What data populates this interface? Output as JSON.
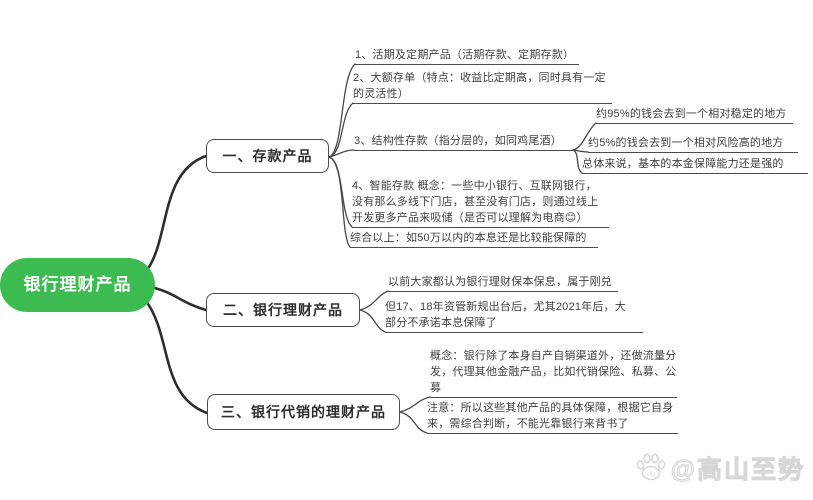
{
  "root": {
    "label": "银行理财产品"
  },
  "branches": [
    {
      "label": "一、存款产品",
      "children": [
        {
          "lines": [
            "1、活期及定期产品（活期存款、定期存款）"
          ]
        },
        {
          "lines": [
            "2、大额存单（特点：收益比定期高，同时具有一定",
            "的灵活性）"
          ]
        },
        {
          "lines": [
            "3、结构性存款（指分层的，如同鸡尾酒）"
          ],
          "children": [
            {
              "lines": [
                "约95%的钱会去到一个相对稳定的地方"
              ]
            },
            {
              "lines": [
                "约5%的钱会去到一个相对风险高的地方"
              ]
            },
            {
              "lines": [
                "总体来说，基本的本金保障能力还是强的"
              ]
            }
          ]
        },
        {
          "lines": [
            "4、智能存款 概念：一些中小银行、互联网银行，",
            "没有那么多线下门店，甚至没有门店，则通过线上",
            "开发更多产品来吸储（是否可以理解为电商😊）"
          ]
        },
        {
          "lines": [
            "综合以上：如50万以内的本息还是比较能保障的"
          ]
        }
      ]
    },
    {
      "label": "二、银行理财产品",
      "children": [
        {
          "lines": [
            "以前大家都认为银行理财保本保息，属于刚兑"
          ]
        },
        {
          "lines": [
            "但17、18年资管新规出台后，尤其2021年后，大",
            "部分不承诺本息保障了"
          ]
        }
      ]
    },
    {
      "label": "三、银行代销的理财产品",
      "children": [
        {
          "lines": [
            "概念：银行除了本身自产自销渠道外，还做流量分",
            "发，代理其他金融产品，比如代销保险、私募、公",
            "募"
          ]
        },
        {
          "lines": [
            "注意：所以这些其他产品的具体保障，根据它自身",
            "来，需综合判断，不能光靠银行来背书了"
          ]
        }
      ]
    }
  ],
  "watermark": {
    "icon": "baidu-paw-icon",
    "text": "@高山至势"
  },
  "colors": {
    "root_green": "#3CBB50",
    "line": "#4a4a4a",
    "text": "#3f3f3f"
  }
}
